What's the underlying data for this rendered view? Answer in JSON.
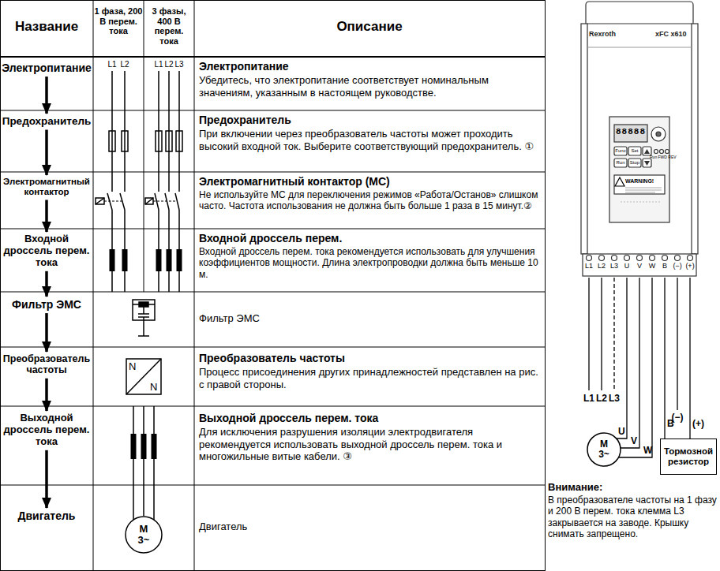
{
  "diagram": {
    "nodes": [
      {
        "text": [
          "Электропитание"
        ]
      },
      {
        "text": [
          "Предохранитель"
        ]
      },
      {
        "text": [
          "Электромагнитный контактор"
        ]
      },
      {
        "text": [
          "Входной дроссель перем. тока"
        ]
      },
      {
        "text": [
          "Фильтр ЭМС"
        ]
      },
      {
        "text": [
          "Преобразователь частоты"
        ]
      },
      {
        "text": [
          "Выходной дроссель перем. тока"
        ]
      },
      {
        "text": [
          "Двигатель"
        ]
      },
      {
        "text": [
          "M 3~"
        ]
      },
      {
        "text": [
          "Rexroth",
          "xFC x610"
        ]
      },
      {
        "text": [
          "M 3~"
        ]
      },
      {
        "text": [
          "Тормозной резистор"
        ]
      }
    ],
    "edges": [
      {
        "from": 0,
        "to": 1,
        "arrow": "to"
      },
      {
        "from": 1,
        "to": 2,
        "arrow": "to"
      },
      {
        "from": 2,
        "to": 3,
        "arrow": "to"
      },
      {
        "from": 3,
        "to": 4,
        "arrow": "to"
      },
      {
        "from": 4,
        "to": 5,
        "arrow": "to"
      },
      {
        "from": 5,
        "to": 6,
        "arrow": "to"
      },
      {
        "from": 6,
        "to": 7,
        "arrow": "to"
      },
      {
        "from": 9,
        "to": 10,
        "arrow": "none",
        "label": "U"
      },
      {
        "from": 9,
        "to": 10,
        "arrow": "none",
        "label": "V"
      },
      {
        "from": 9,
        "to": 10,
        "arrow": "none",
        "label": "W"
      },
      {
        "from": 9,
        "to": 11,
        "arrow": "none",
        "label": "B"
      },
      {
        "from": 9,
        "to": 11,
        "arrow": "none",
        "label": "(+)"
      }
    ],
    "labels": [
      "Название",
      "1 фаза, 200 В перем. тока",
      "3 фазы, 400 В перем. тока",
      "Описание",
      "L1",
      "L2",
      "L1",
      "L2",
      "L3",
      "N",
      "N",
      "Электропитание",
      "Убедитесь, что электропитание соответствует номинальным значениям, указанным в настоящем руководстве.",
      "Предохранитель",
      "При включении через преобразователь частоты может проходить высокий входной ток. Выберите соответствующий предохранитель. ①",
      "Электромагнитный контактор (MC)",
      "Не используйте MC для переключения режимов «Работа/Останов» слишком часто. Частота использования не должна быть больше 1 раза в 15 минут.②",
      "Входной дроссель перем.",
      "Входной дроссель перем. тока рекомендуется использовать для улучшения коэффициентов мощности. Длина электропроводки должна быть меньше 10 м.",
      "Фильтр ЭМС",
      "Преобразователь частоты",
      "Процесс присоединения других принадлежностей представлен на рис. с правой стороны.",
      "Выходной дроссель перем. тока",
      "Для исключения разрушения изоляции электродвигателя рекомендуется использовать выходной дроссель перем. тока и многожильные витые кабели. ③",
      "Двигатель",
      "88888",
      "Func",
      "Set",
      "Run",
      "Stop",
      "Run FWD REV",
      "WARNING!",
      "L1",
      "L2",
      "L3",
      "U",
      "V",
      "W",
      "B",
      "(−)",
      "(+)",
      "L1",
      "L2",
      "L3",
      "(−)",
      "Внимание:",
      "В преобразователе частоты на 1 фазу и 200 В перем. тока клемма L3 закрывается на заводе. Крышку снимать запрещено."
    ]
  }
}
